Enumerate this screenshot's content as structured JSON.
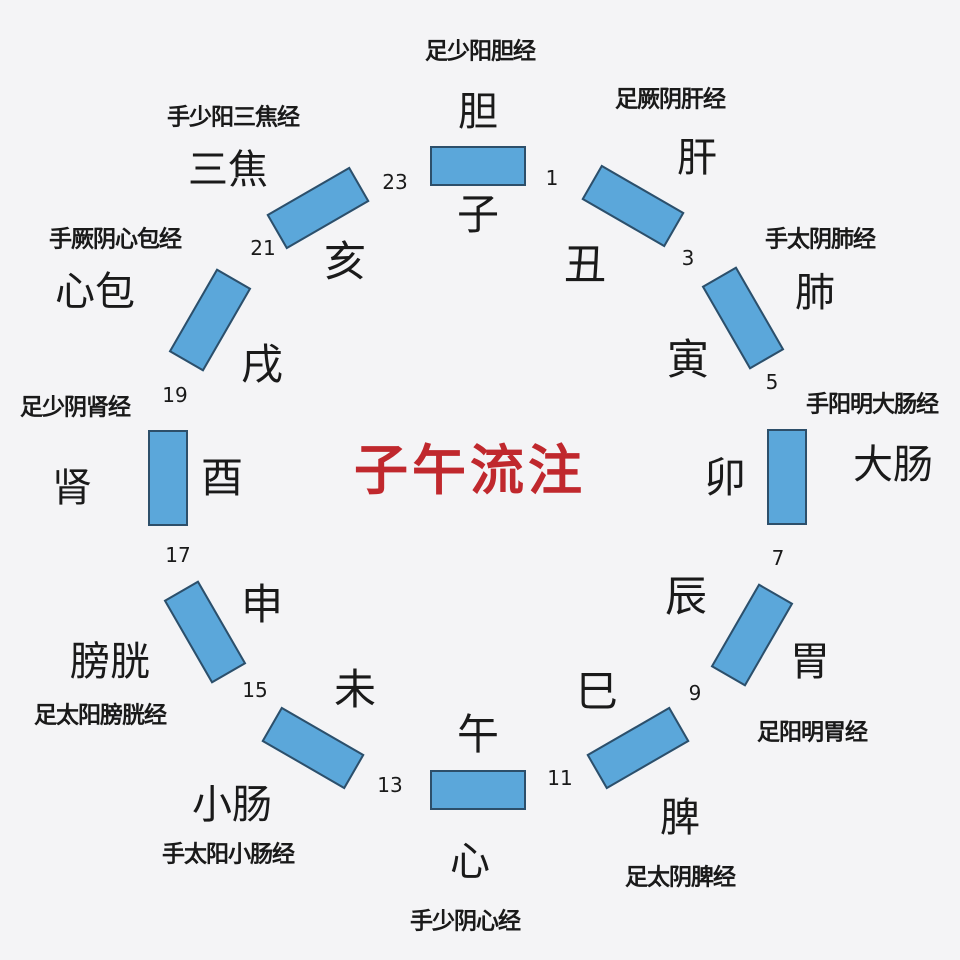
{
  "title": "子午流注",
  "segment_color": "#5ba7da",
  "title_color": "#c0282d",
  "hours": [
    {
      "number": "1",
      "branch": "子",
      "organ": "胆",
      "meridian": "足少阳胆经"
    },
    {
      "number": "3",
      "branch": "丑",
      "organ": "肝",
      "meridian": "足厥阴肝经"
    },
    {
      "number": "5",
      "branch": "寅",
      "organ": "肺",
      "meridian": "手太阴肺经"
    },
    {
      "number": "7",
      "branch": "卯",
      "organ": "大肠",
      "meridian": "手阳明大肠经"
    },
    {
      "number": "9",
      "branch": "辰",
      "organ": "胃",
      "meridian": "足阳明胃经"
    },
    {
      "number": "11",
      "branch": "巳",
      "organ": "脾",
      "meridian": "足太阴脾经"
    },
    {
      "number": "13",
      "branch": "午",
      "organ": "心",
      "meridian": "手少阴心经"
    },
    {
      "number": "15",
      "branch": "未",
      "organ": "小肠",
      "meridian": "手太阳小肠经"
    },
    {
      "number": "17",
      "branch": "申",
      "organ": "膀胱",
      "meridian": "足太阳膀胱经"
    },
    {
      "number": "19",
      "branch": "酉",
      "organ": "肾",
      "meridian": "足少阴肾经"
    },
    {
      "number": "21",
      "branch": "戌",
      "organ": "心包",
      "meridian": "手厥阴心包经"
    },
    {
      "number": "23",
      "branch": "亥",
      "organ": "三焦",
      "meridian": "手少阳三焦经"
    }
  ]
}
